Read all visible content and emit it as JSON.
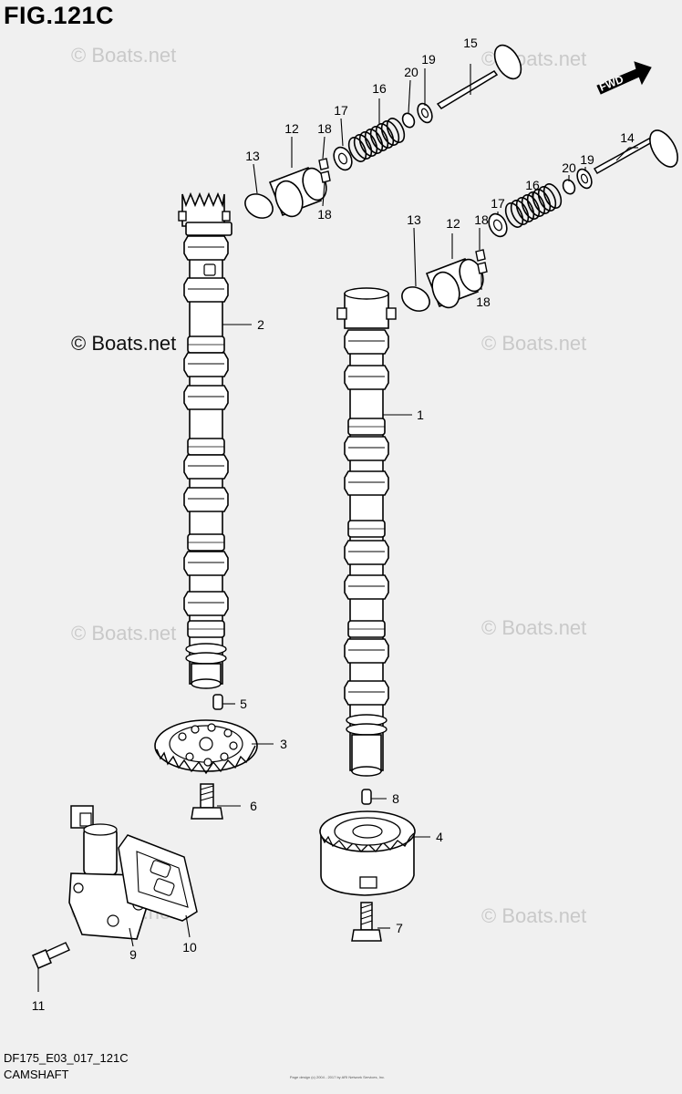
{
  "figure": {
    "title": "FIG.121C",
    "footer_code": "DF175_E03_017_121C",
    "footer_name": "CAMSHAFT",
    "fine_print": "Page design (c) 2004 - 2017 by ARI Network Services, Inc.",
    "direction_label": "FWD"
  },
  "watermarks": {
    "text": "© Boats.net"
  },
  "callouts": {
    "c1": "1",
    "c2": "2",
    "c3": "3",
    "c4": "4",
    "c5": "5",
    "c6": "6",
    "c7": "7",
    "c8": "8",
    "c9": "9",
    "c10": "10",
    "c11": "11",
    "c12a": "12",
    "c12b": "12",
    "c13a": "13",
    "c13b": "13",
    "c14": "14",
    "c15": "15",
    "c16a": "16",
    "c16b": "16",
    "c17a": "17",
    "c17b": "17",
    "c18a": "18",
    "c18b": "18",
    "c18c": "18",
    "c18d": "18",
    "c19a": "19",
    "c19b": "19",
    "c20a": "20",
    "c20b": "20"
  }
}
